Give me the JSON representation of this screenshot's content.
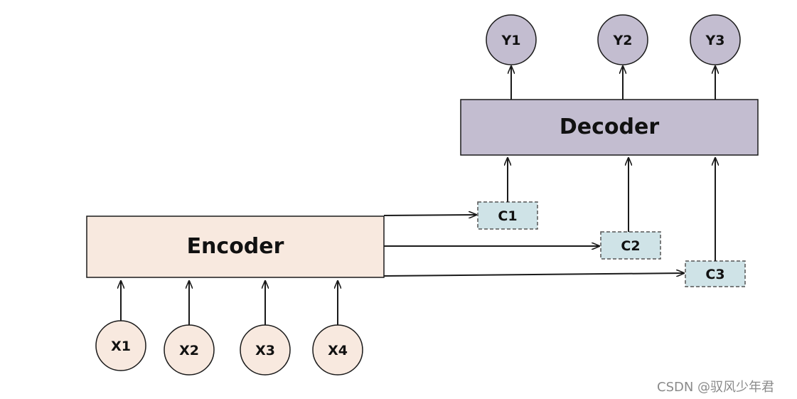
{
  "encoder": {
    "label": "Encoder",
    "fill": "#f8e9df"
  },
  "decoder": {
    "label": "Decoder",
    "fill": "#c3bdd0"
  },
  "inputs": [
    "X1",
    "X2",
    "X3",
    "X4"
  ],
  "outputs": [
    "Y1",
    "Y2",
    "Y3"
  ],
  "contexts": [
    "C1",
    "C2",
    "C3"
  ],
  "colors": {
    "input_fill": "#f8e9df",
    "output_fill": "#c3bdd0",
    "context_fill": "#cfe3e7",
    "stroke": "#1a1a1a"
  },
  "watermark": "CSDN @驭风少年君"
}
